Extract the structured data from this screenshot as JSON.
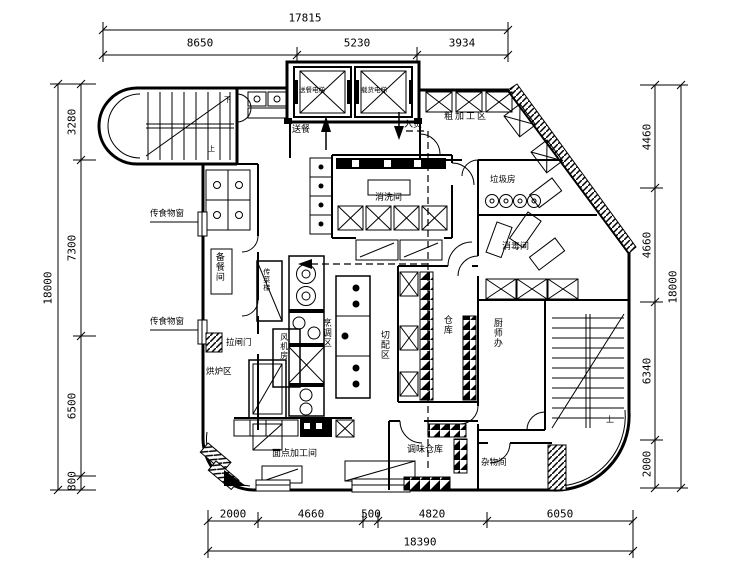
{
  "page": {
    "background": "#ffffff",
    "line_color": "#000000"
  },
  "dims": {
    "top": {
      "total": "17815",
      "seg1": "8650",
      "seg2": "5230",
      "seg3": "3934"
    },
    "bottom": {
      "total": "18390",
      "seg1": "2000",
      "seg2": "4660",
      "seg3": "500",
      "seg4": "4820",
      "seg5": "6050"
    },
    "left": {
      "total": "18000",
      "seg1": "3280",
      "seg2": "7300",
      "seg3": "6500",
      "seg4": "800"
    },
    "right": {
      "total": "18000",
      "seg1": "4460",
      "seg2": "4660",
      "seg3": "6340",
      "seg4": "2000"
    }
  },
  "rooms": {
    "rough_processing": "粗加工区",
    "garbage": "垃圾房",
    "disinfection": "消毒间",
    "washing": "消洗间",
    "meal_prep": "备餐间",
    "pass_window_upper": "传食物窗",
    "pass_window_lower": "传食物窗",
    "dish_lift": "传菜梯",
    "fan_room": "风机房",
    "rolling_gate": "拉闸门",
    "oven_area": "烘炉区",
    "cooking": "烹调区",
    "cutting": "切配区",
    "storeroom": "仓库",
    "chef_office": "厨师办",
    "pastry": "面点加工间",
    "seasoning_store": "调味仓库",
    "sundries": "杂物间"
  },
  "flows": {
    "meal_out": "送餐",
    "goods_in": "入货"
  },
  "elevators": {
    "left": "送餐电梯",
    "right": "载货电梯"
  },
  "stairs": {
    "up": "上",
    "down": "下"
  }
}
